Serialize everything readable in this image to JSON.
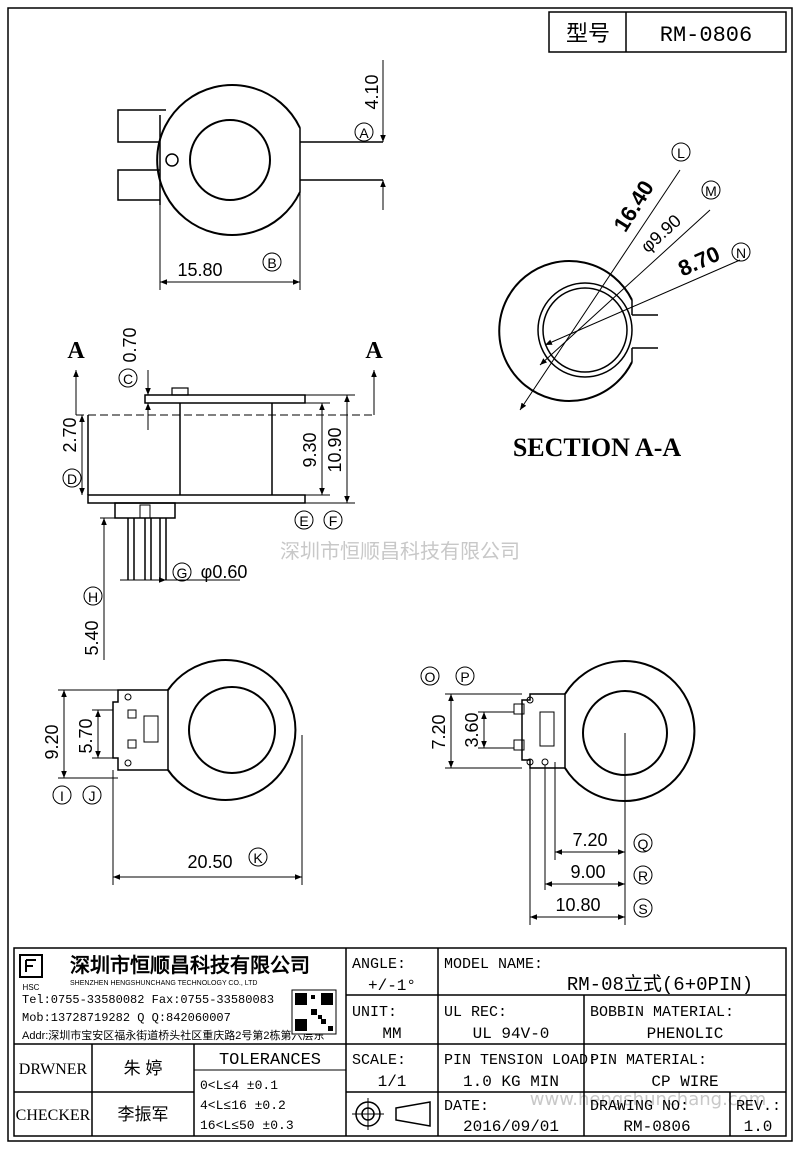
{
  "header": {
    "type_label": "型号",
    "type_value": "RM-0806"
  },
  "watermark": {
    "company": "深圳市恒顺昌科技有限公司",
    "site": "www.hengshunchang.com"
  },
  "labels": {
    "section": "SECTION A-A",
    "view_marker_left": "A",
    "view_marker_right": "A"
  },
  "dimensions": {
    "d_4_10": "4.10",
    "d_15_80": "15.80",
    "d_16_40": "16.40",
    "d_9_90": "φ9.90",
    "d_8_70": "8.70",
    "d_0_70": "0.70",
    "d_2_70": "2.70",
    "d_9_30": "9.30",
    "d_10_90": "10.90",
    "d_0_60": "φ0.60",
    "d_5_40": "5.40",
    "d_9_20": "9.20",
    "d_5_70": "5.70",
    "d_20_50": "20.50",
    "d_7_20_v": "7.20",
    "d_3_60": "3.60",
    "d_7_20_h": "7.20",
    "d_9_00": "9.00",
    "d_10_80": "10.80"
  },
  "callouts": {
    "A": "A",
    "B": "B",
    "C": "C",
    "D": "D",
    "E": "E",
    "F": "F",
    "G": "G",
    "H": "H",
    "I": "I",
    "J": "J",
    "K": "K",
    "L": "L",
    "M": "M",
    "N": "N",
    "O": "O",
    "P": "P",
    "Q": "Q",
    "R": "R",
    "S": "S"
  },
  "title_block": {
    "company_cn": "深圳市恒顺昌科技有限公司",
    "company_en": "SHENZHEN HENGSHUNCHANG TECHNOLOGY CO., LTD",
    "tel_fax": "Tel:0755-33580082 Fax:0755-33580083",
    "mob_qq": "Mob:13728719282      Q  Q:842060007",
    "addr": "Addr:深圳市宝安区福永街道桥头社区重庆路2号第2栋第六层东",
    "angle_label": "ANGLE:",
    "angle_value": "+/-1°",
    "model_label": "MODEL NAME:",
    "model_value": "RM-08立式(6+0PIN)",
    "unit_label": "UNIT:",
    "unit_value": "MM",
    "ulrec_label": "UL REC:",
    "ulrec_value": "UL 94V-0",
    "bobbin_label": "BOBBIN MATERIAL:",
    "bobbin_value": "PHENOLIC",
    "drawer_label": "DRWNER",
    "drawer_value": "朱 婷",
    "tol_title": "TOLERANCES",
    "tol_1": "0<L≤4     ±0.1",
    "tol_2": "4<L≤16    ±0.2",
    "tol_3": "16<L≤50   ±0.3",
    "scale_label": "SCALE:",
    "scale_value": "1/1",
    "tension_label": "PIN TENSION LOAD:",
    "tension_value": "1.0 KG MIN",
    "pinmat_label": "PIN MATERIAL:",
    "pinmat_value": "CP WIRE",
    "checker_label": "CHECKER",
    "checker_value": "李振军",
    "date_label": "DATE:",
    "date_value": "2016/09/01",
    "drawno_label": "DRAWING NO:",
    "drawno_value": "RM-0806",
    "rev_label": "REV.:",
    "rev_value": "1.0"
  }
}
